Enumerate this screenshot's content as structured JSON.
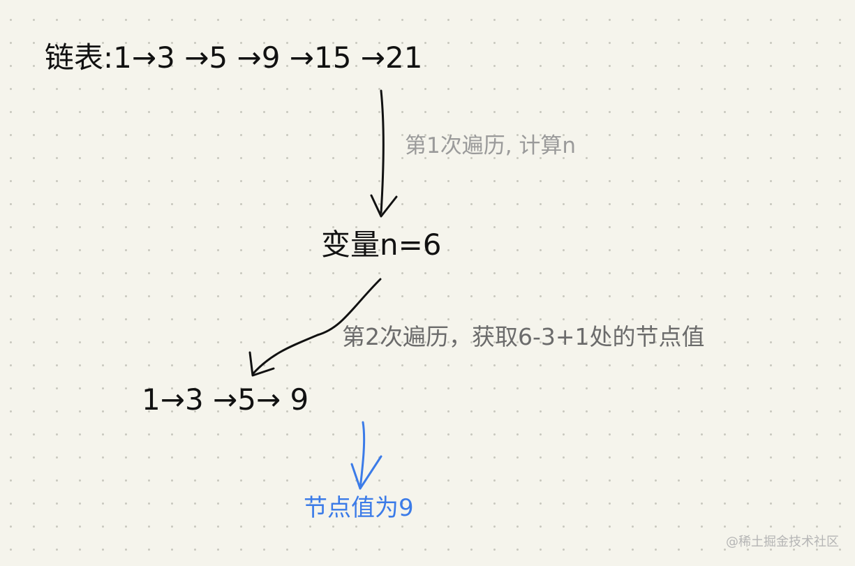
{
  "linked_list": {
    "label": "链表:",
    "nodes": [
      "1",
      "3",
      "5",
      "9",
      "15",
      "21"
    ],
    "arrow": "→"
  },
  "step1": "第1次遍历, 计算n",
  "variable": "变量n=6",
  "step2": "第2次遍历，获取6-3+1处的节点值",
  "sub_list": {
    "nodes": [
      "1",
      "3",
      "5",
      "9"
    ]
  },
  "result": "节点值为9",
  "watermark": "@稀土掘金技术社区",
  "colors": {
    "ink": "#111111",
    "note_light": "#9a9a9a",
    "note_dark": "#6b6b6b",
    "highlight": "#3b7be8",
    "watermark": "#b5b5b5",
    "background": "#f5f4ec"
  }
}
